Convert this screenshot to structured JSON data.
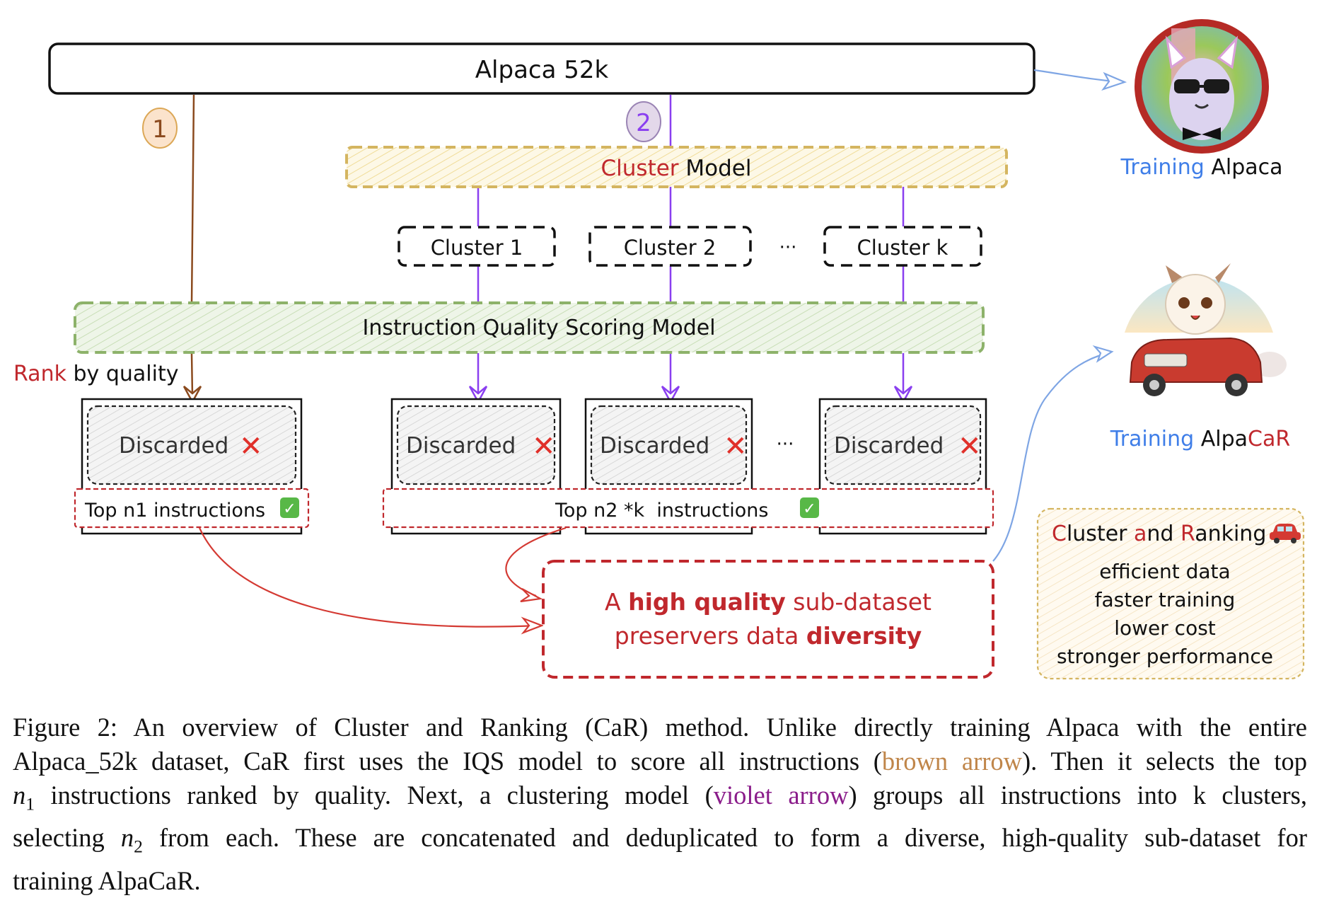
{
  "figure": {
    "source": {
      "label": "Alpaca 52k"
    },
    "steps": [
      {
        "number": "1",
        "color": "#8b4a1e"
      },
      {
        "number": "2",
        "color": "#8a3ff0"
      }
    ],
    "cluster_model": {
      "highlight": "Cluster",
      "rest": " Model",
      "highlight_color": "#c0282d"
    },
    "clusters": [
      {
        "label": "Cluster 1"
      },
      {
        "label": "Cluster 2"
      },
      {
        "label": "Cluster k"
      }
    ],
    "ellipsis": "···",
    "scoring_model": {
      "label": "Instruction Quality Scoring Model"
    },
    "rank_label": {
      "highlight": "Rank",
      "rest": " by quality"
    },
    "discarded": {
      "label": "Discarded",
      "mark": "✕",
      "count_shown": 4
    },
    "top_n1": {
      "label": "Top n1 instructions",
      "check": "✓"
    },
    "top_n2": {
      "label": "Top n2 *k  instructions",
      "check": "✓"
    },
    "result": {
      "line1_prefix": "A ",
      "line1_bold": "high quality",
      "line1_suffix": " sub-dataset",
      "line2_prefix": "preservers data ",
      "line2_bold": "diversity"
    },
    "training_alpaca": {
      "word1": "Training",
      "word2": " Alpaca"
    },
    "training_alpacar": {
      "word1": "Training",
      "word2": " Alpa",
      "word3": "CaR"
    },
    "benefits": {
      "title_parts": [
        "C",
        "luster ",
        "a",
        "nd ",
        "R",
        "anking"
      ],
      "title_icon": "car-icon",
      "items": [
        "efficient data",
        "faster training",
        "lower cost",
        "stronger performance"
      ]
    },
    "colors": {
      "brown": "#8b4a1e",
      "violet": "#8a3ff0",
      "red": "#c0282d",
      "blue": "#3f7ee8",
      "yellow_border": "#d4b560",
      "green_border": "#8db26a"
    }
  },
  "caption": {
    "l1": "Figure 2:  An overview of Cluster and Ranking (CaR) method.  Unlike directly training Alpaca with the entire",
    "l2_a": "Alpaca_52k dataset, CaR first uses the IQS model to score all instructions (",
    "l2_b": "brown arrow",
    "l2_c": "). Then it selects the top",
    "l3_var": "n",
    "l3_sub": "1",
    "l3_a": " instructions ranked by quality. Next, a clustering model (",
    "l3_b": "violet arrow",
    "l3_c": ") groups all instructions into k clusters,",
    "l4_a": "selecting ",
    "l4_var": "n",
    "l4_sub": "2",
    "l4_b": " from each. These are concatenated and deduplicated to form a diverse, high-quality sub-dataset for",
    "l5": "training AlpaCaR."
  }
}
